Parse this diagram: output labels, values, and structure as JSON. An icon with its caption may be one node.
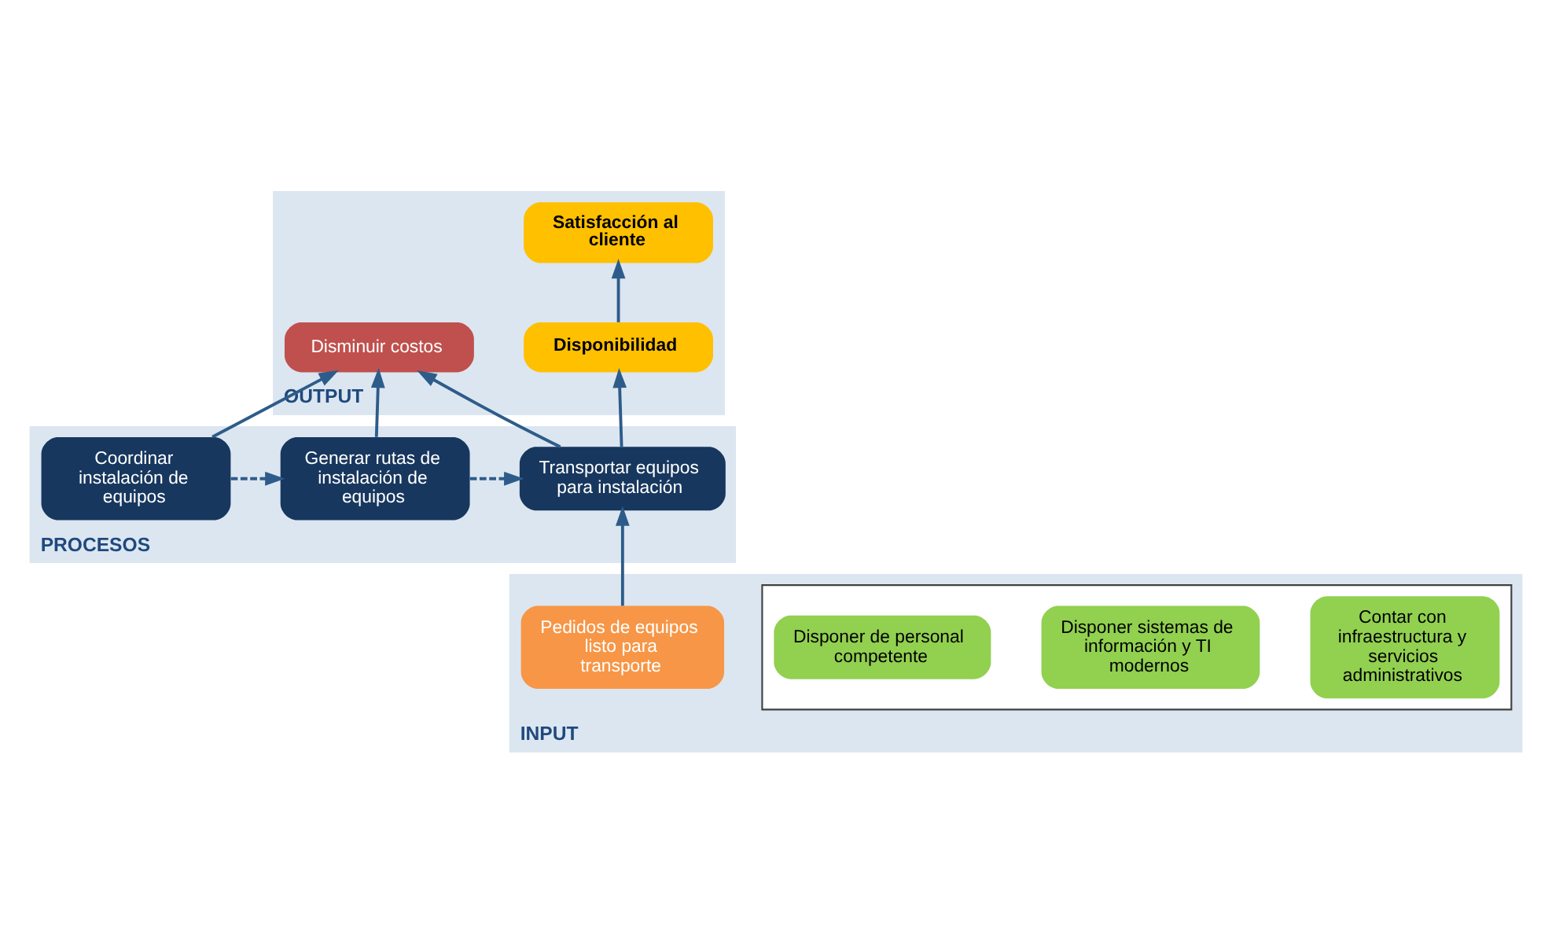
{
  "diagram": {
    "nodes": [
      {
        "text": [
          "OUTPUT"
        ]
      },
      {
        "text": [
          "Disminuir costos"
        ],
        "in": 0
      },
      {
        "text": [
          "Satisfacción al cliente"
        ],
        "in": 0
      },
      {
        "text": [
          "Disponibilidad"
        ],
        "in": 0
      },
      {
        "text": [
          "PROCESOS"
        ]
      },
      {
        "text": [
          "Coordinar instalación de equipos"
        ],
        "in": 4
      },
      {
        "text": [
          "Generar rutas de instalación de equipos"
        ],
        "in": 4
      },
      {
        "text": [
          "Transportar equipos para instalación"
        ],
        "in": 4
      },
      {
        "text": [
          "INPUT"
        ]
      },
      {
        "text": [],
        "shape": "box",
        "in": 8
      },
      {
        "text": [
          "Disponer de personal competente"
        ],
        "in": 9
      },
      {
        "text": [
          "Disponer sistemas de información y TI modernos"
        ],
        "in": 9
      },
      {
        "text": [
          "Contar con infraestructura y servicios administrativos"
        ],
        "in": 9
      },
      {
        "text": [
          "Pedidos de equipos listo para transporte"
        ],
        "in": 8
      }
    ],
    "edges": [
      {
        "from": 5,
        "to": 1,
        "arrow": "to"
      },
      {
        "from": 6,
        "to": 1,
        "arrow": "to"
      },
      {
        "from": 7,
        "to": 1,
        "arrow": "to"
      },
      {
        "from": 7,
        "to": 3,
        "arrow": "to"
      },
      {
        "from": 3,
        "to": 2,
        "arrow": "to"
      },
      {
        "from": 5,
        "to": 6,
        "arrow": "to",
        "style": "dashed"
      },
      {
        "from": 6,
        "to": 7,
        "arrow": "to",
        "style": "dashed"
      },
      {
        "from": 13,
        "to": 7,
        "arrow": "to"
      }
    ]
  }
}
